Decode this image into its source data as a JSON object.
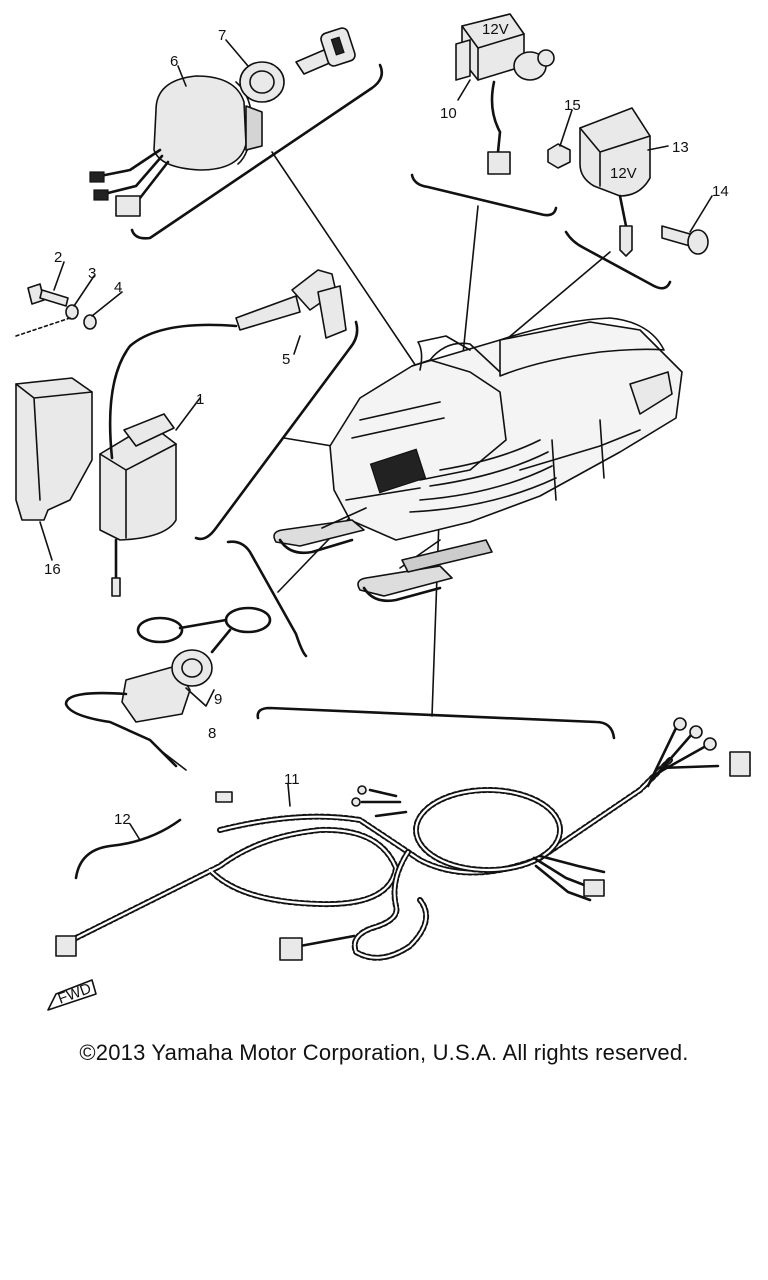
{
  "diagram": {
    "callouts": [
      "1",
      "2",
      "3",
      "4",
      "5",
      "6",
      "7",
      "8",
      "9",
      "10",
      "11",
      "12",
      "13",
      "14",
      "15",
      "16"
    ],
    "fwd_label": "FWD",
    "part_marks": {
      "relay_mark": "12V",
      "regulator_mark": "12V"
    }
  },
  "footer": {
    "copyright": "©2013 Yamaha Motor Corporation, U.S.A. All rights reserved."
  }
}
